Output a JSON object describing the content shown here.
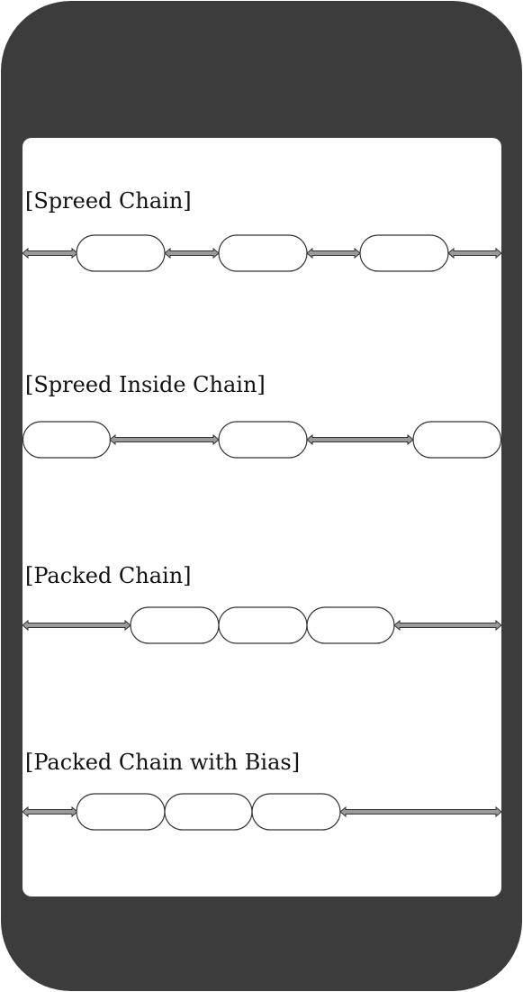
{
  "diagram": {
    "sections": [
      {
        "id": "spread",
        "title": "[Spreed Chain]"
      },
      {
        "id": "spread-inside",
        "title": "[Spreed Inside Chain]"
      },
      {
        "id": "packed",
        "title": "[Packed Chain]"
      },
      {
        "id": "packed-bias",
        "title": "[Packed Chain with Bias]"
      }
    ]
  }
}
